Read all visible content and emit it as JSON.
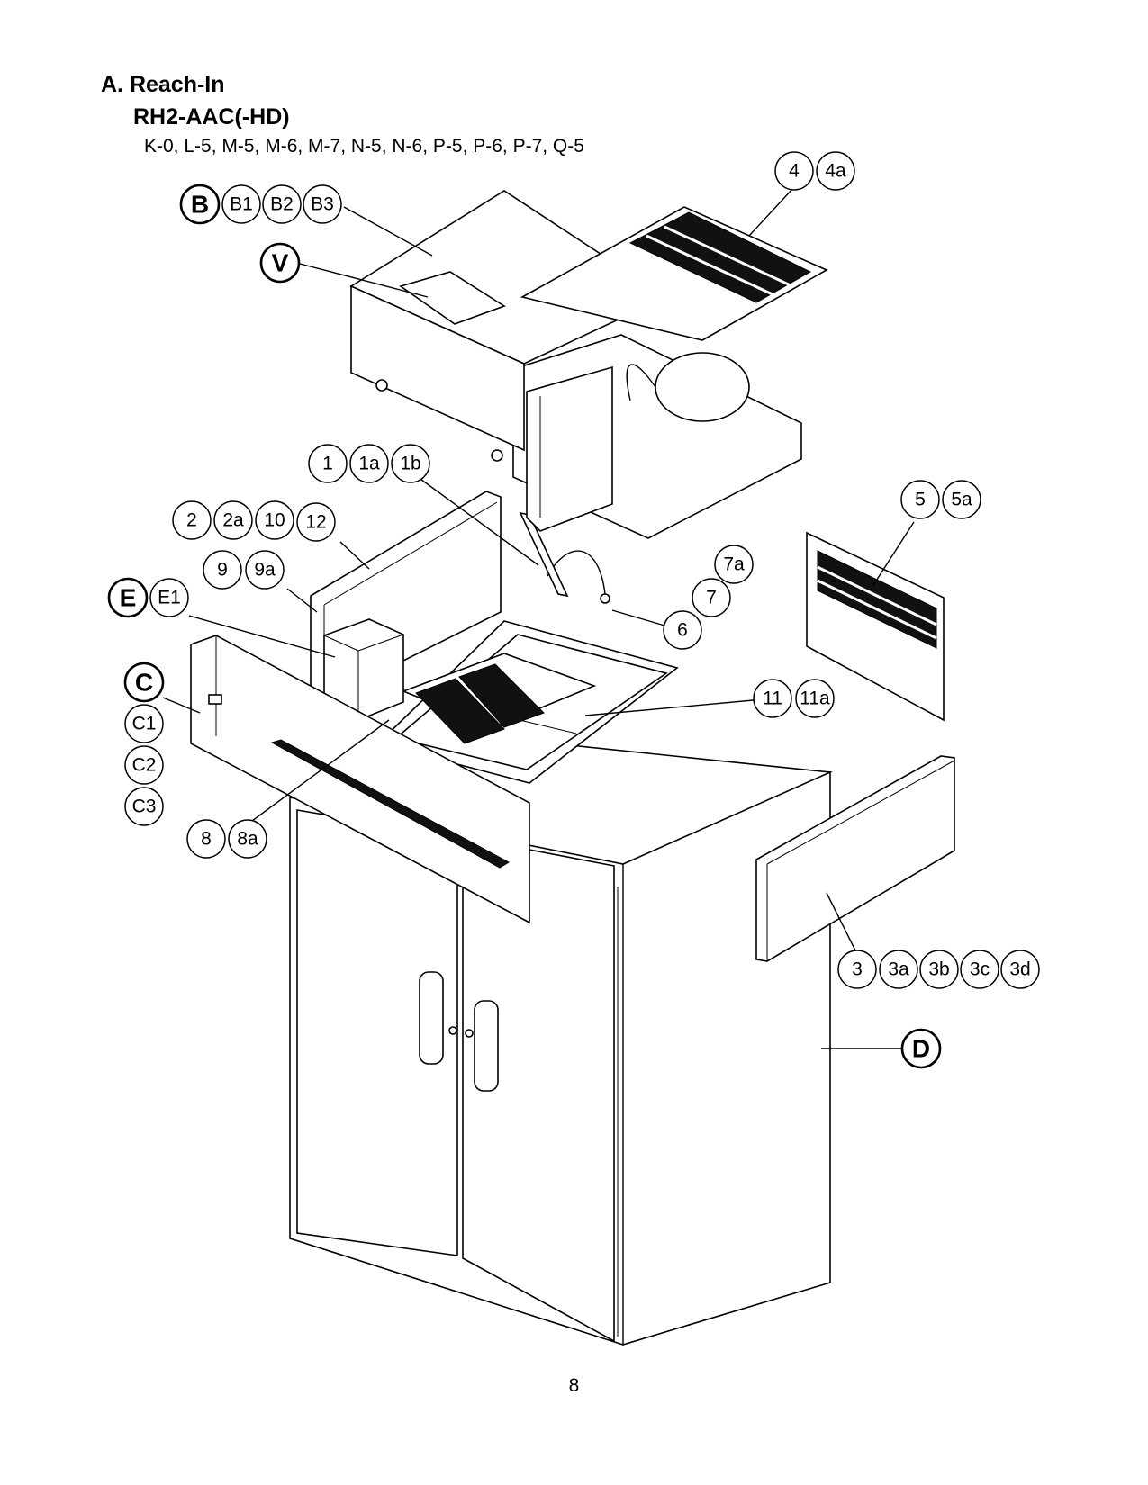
{
  "header": {
    "section": "A. Reach-In",
    "model": "RH2-AAC(-HD)",
    "serials": "K-0, L-5, M-5, M-6, M-7, N-5, N-6, P-5, P-6, P-7, Q-5"
  },
  "page_number": "8",
  "callouts": {
    "B": "B",
    "B1": "B1",
    "B2": "B2",
    "B3": "B3",
    "V": "V",
    "n4": "4",
    "n4a": "4a",
    "n1": "1",
    "n1a": "1a",
    "n1b": "1b",
    "n2": "2",
    "n2a": "2a",
    "n10": "10",
    "n12": "12",
    "n9": "9",
    "n9a": "9a",
    "E": "E",
    "E1": "E1",
    "C": "C",
    "C1": "C1",
    "C2": "C2",
    "C3": "C3",
    "n8": "8",
    "n8a": "8a",
    "n5": "5",
    "n5a": "5a",
    "n7a": "7a",
    "n7": "7",
    "n6": "6",
    "n11": "11",
    "n11a": "11a",
    "n3": "3",
    "n3a": "3a",
    "n3b": "3b",
    "n3c": "3c",
    "n3d": "3d",
    "D": "D"
  }
}
